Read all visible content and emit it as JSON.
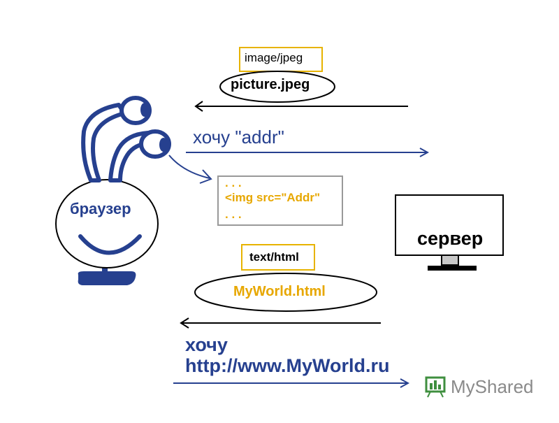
{
  "colors": {
    "blue": "#26408f",
    "yellow": "#e7b300",
    "black": "#000000",
    "gray": "#999999",
    "watermark_green": "#3f8f3f",
    "watermark_gray": "#8a8a8a"
  },
  "browser_label": "браузер",
  "server_label": "сервер",
  "image_response": {
    "content_type": "image/jpeg",
    "file_name": "picture.jpeg"
  },
  "image_request": {
    "text": "хочу \"addr\""
  },
  "html_snippet": {
    "lines": [
      ". . .",
      "<img src=\"Addr\"",
      ". . ."
    ]
  },
  "html_response": {
    "content_type": "text/html",
    "file_name": "MyWorld.html"
  },
  "page_request": {
    "line1": "хочу",
    "line2": "http://www.MyWorld.ru"
  },
  "watermark": {
    "text": "MyShared"
  }
}
